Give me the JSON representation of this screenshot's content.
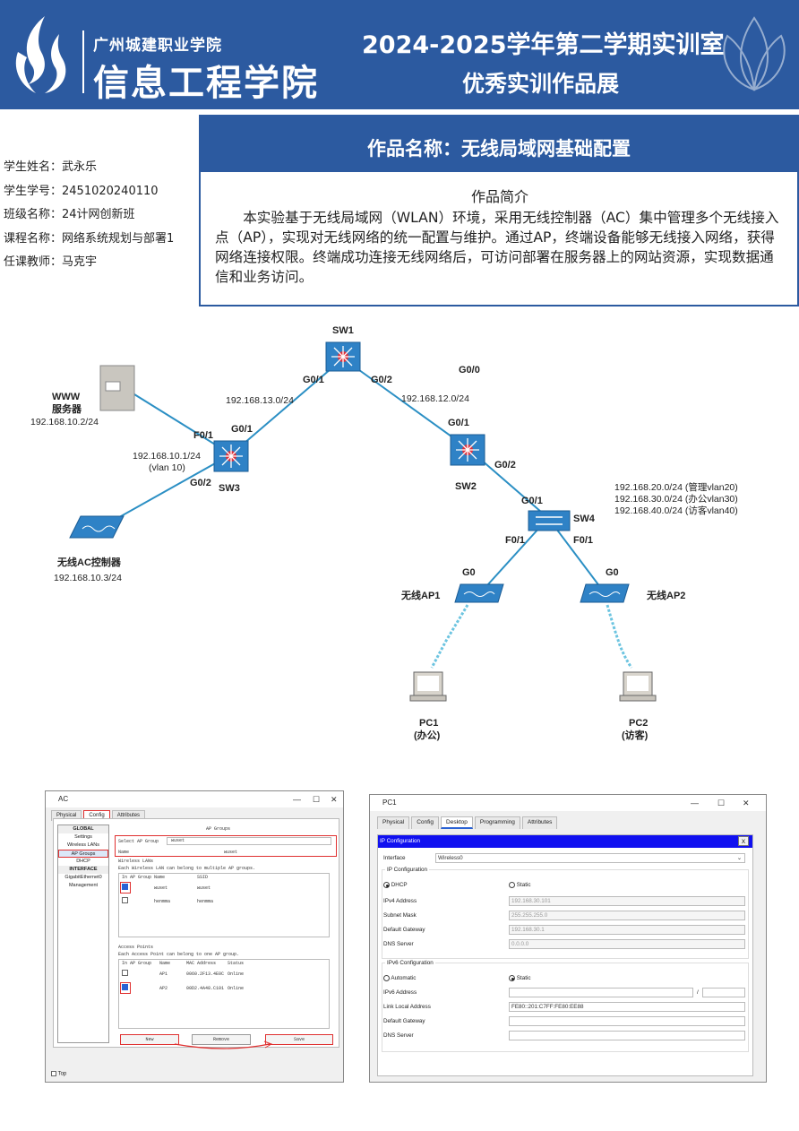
{
  "header": {
    "school_small": "广州城建职业学院",
    "school_big": "信息工程学院",
    "title_line1": "2024-2025学年第二学期实训室",
    "title_line2": "优秀实训作品展"
  },
  "student": {
    "name": "学生姓名：武永乐",
    "id": "学生学号：2451020240110",
    "class": "班级名称：24计网创新班",
    "course": "课程名称：网络系统规划与部署1",
    "teacher": "任课教师：马克宇"
  },
  "work": {
    "title": "作品名称：无线局域网基础配置",
    "intro_heading": "作品简介",
    "intro_text": "本实验基于无线局域网（WLAN）环境，采用无线控制器（AC）集中管理多个无线接入点（AP），实现对无线网络的统一配置与维护。通过AP，终端设备能够无线接入网络，获得网络连接权限。终端成功连接无线网络后，可访问部署在服务器上的网站资源，实现数据通信和业务访问。"
  },
  "topology": {
    "sw1": "SW1",
    "sw2": "SW2",
    "sw3": "SW3",
    "sw4": "SW4",
    "sw1_g01": "G0/1",
    "sw1_g02": "G0/2",
    "sw1_g00": "G0/0",
    "net13": "192.168.13.0/24",
    "net12": "192.168.12.0/24",
    "sw3_g01": "G0/1",
    "sw3_f01": "F0/1",
    "sw3_g02": "G0/2",
    "sw3_ip": "192.168.10.1/24",
    "sw3_vlan": "(vlan 10)",
    "server_name1": "WWW",
    "server_name2": "服务器",
    "server_ip": "192.168.10.2/24",
    "ac_name": "无线AC控制器",
    "ac_ip": "192.168.10.3/24",
    "sw2_g01": "G0/1",
    "sw2_g02": "G0/2",
    "sw4_g01": "G0/1",
    "sw4_f01a": "F0/1",
    "sw4_f01b": "F0/1",
    "vlan20": "192.168.20.0/24 (管理vlan20)",
    "vlan30": "192.168.30.0/24 (办公vlan30)",
    "vlan40": "192.168.40.0/24 (访客vlan40)",
    "ap1_port": "G0",
    "ap2_port": "G0",
    "ap1": "无线AP1",
    "ap2": "无线AP2",
    "pc1": "PC1",
    "pc1_sub": "(办公)",
    "pc2": "PC2",
    "pc2_sub": "(访客)"
  },
  "ac_window": {
    "title": "AC",
    "tabs": [
      "Physical",
      "Config",
      "Attributes"
    ],
    "nav": [
      "GLOBAL",
      "Settings",
      "Wireless LANs",
      "AP Groups",
      "DHCP",
      "INTERFACE",
      "GigabitEthernet0",
      "Management"
    ],
    "panel_title": "AP Groups",
    "select_label": "Select AP Group",
    "select_value": "wuset",
    "name_label": "Name",
    "name_value": "wuset",
    "wlan_section": "Wireless LANs",
    "wlan_hint": "Each Wireless LAN can belong to multiple AP groups.",
    "wlan_headers": [
      "In AP Group",
      "Name",
      "SSID"
    ],
    "wlan_rows": [
      [
        "wuset",
        "wuset"
      ],
      [
        "henmma",
        "henmma"
      ]
    ],
    "ap_section": "Access Points",
    "ap_hint": "Each Access Point can belong to one AP group.",
    "ap_headers": [
      "In AP Group",
      "Name",
      "MAC Address",
      "Status"
    ],
    "ap_rows": [
      [
        "AP1",
        "0060.2F13.4E0C",
        "Online"
      ],
      [
        "AP2",
        "00D2.4A48.C101",
        "Online"
      ]
    ],
    "btn_new": "New",
    "btn_remove": "Remove",
    "btn_save": "Save",
    "top_checkbox": "Top"
  },
  "pc_window": {
    "title": "PC1",
    "tabs": [
      "Physical",
      "Config",
      "Desktop",
      "Programming",
      "Attributes"
    ],
    "bar_title": "IP Configuration",
    "close": "X",
    "interface_label": "Interface",
    "interface_value": "Wireless0",
    "ipv4_section": "IP Configuration",
    "dhcp": "DHCP",
    "static": "Static",
    "ipv4_label": "IPv4 Address",
    "ipv4_value": "192.168.30.101",
    "mask_label": "Subnet Mask",
    "mask_value": "255.255.255.0",
    "gw_label": "Default Gateway",
    "gw_value": "192.168.30.1",
    "dns_label": "DNS Server",
    "dns_value": "0.0.0.0",
    "ipv6_section": "IPv6 Configuration",
    "automatic": "Automatic",
    "static6": "Static",
    "ipv6_label": "IPv6 Address",
    "slash": "/",
    "lla_label": "Link Local Address",
    "lla_value": "FE80::201:C7FF:FE80:EE88",
    "gw6_label": "Default Gateway",
    "dns6_label": "DNS Server"
  },
  "colors": {
    "brand_blue": "#2c5aa0",
    "link_cyan": "#2b8fc4",
    "highlight_red": "#e03030"
  }
}
